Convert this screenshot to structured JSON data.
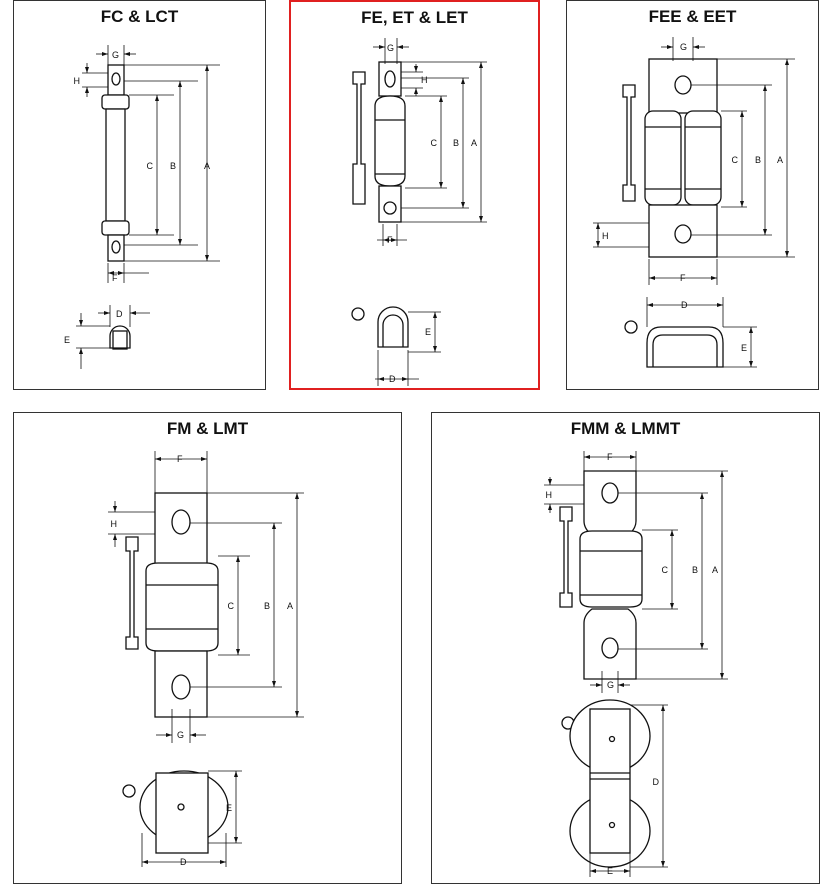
{
  "panels": [
    {
      "title": "FC & LCT",
      "labels": {
        "g": "G",
        "h": "H",
        "c": "C",
        "b": "B",
        "a": "A",
        "f": "F",
        "d": "D",
        "e": "E"
      }
    },
    {
      "title": "FE, ET & LET",
      "labels": {
        "g": "G",
        "h": "H",
        "c": "C",
        "b": "B",
        "a": "A",
        "f": "F",
        "d": "D",
        "e": "E"
      }
    },
    {
      "title": "FEE & EET",
      "labels": {
        "g": "G",
        "h": "H",
        "c": "C",
        "b": "B",
        "a": "A",
        "f": "F",
        "d": "D",
        "e": "E"
      }
    },
    {
      "title": "FM & LMT",
      "labels": {
        "g": "G",
        "h": "H",
        "c": "C",
        "b": "B",
        "a": "A",
        "f": "F",
        "d": "D",
        "e": "E"
      }
    },
    {
      "title": "FMM & LMMT",
      "labels": {
        "g": "G",
        "h": "H",
        "c": "C",
        "b": "B",
        "a": "A",
        "f": "F",
        "d": "D",
        "e": "E"
      }
    }
  ],
  "selected_panel": 1,
  "colors": {
    "selection_border": "#e02020",
    "line": "#111111",
    "fuse_fill": "#ffffff"
  }
}
